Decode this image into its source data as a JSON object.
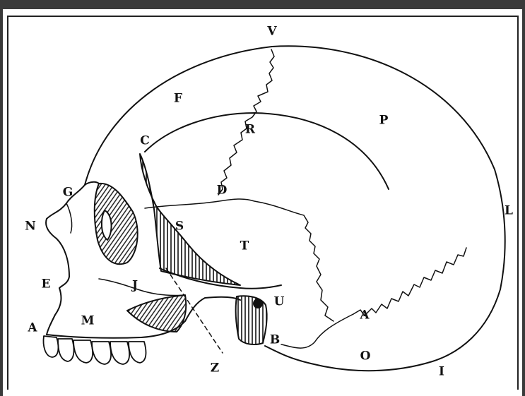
{
  "labels": {
    "V": "V",
    "F": "F",
    "P": "P",
    "R": "R",
    "C": "C",
    "D": "D",
    "G": "G",
    "N": "N",
    "S": "S",
    "T": "T",
    "L": "L",
    "E": "E",
    "J": "J",
    "U": "U",
    "A_upper": "A",
    "M": "M",
    "A_lower": "A",
    "B": "B",
    "O": "O",
    "Z": "Z",
    "I": "I"
  },
  "colors": {
    "frame": "#3a3a3a",
    "ink": "#111111",
    "paper": "#ffffff"
  }
}
